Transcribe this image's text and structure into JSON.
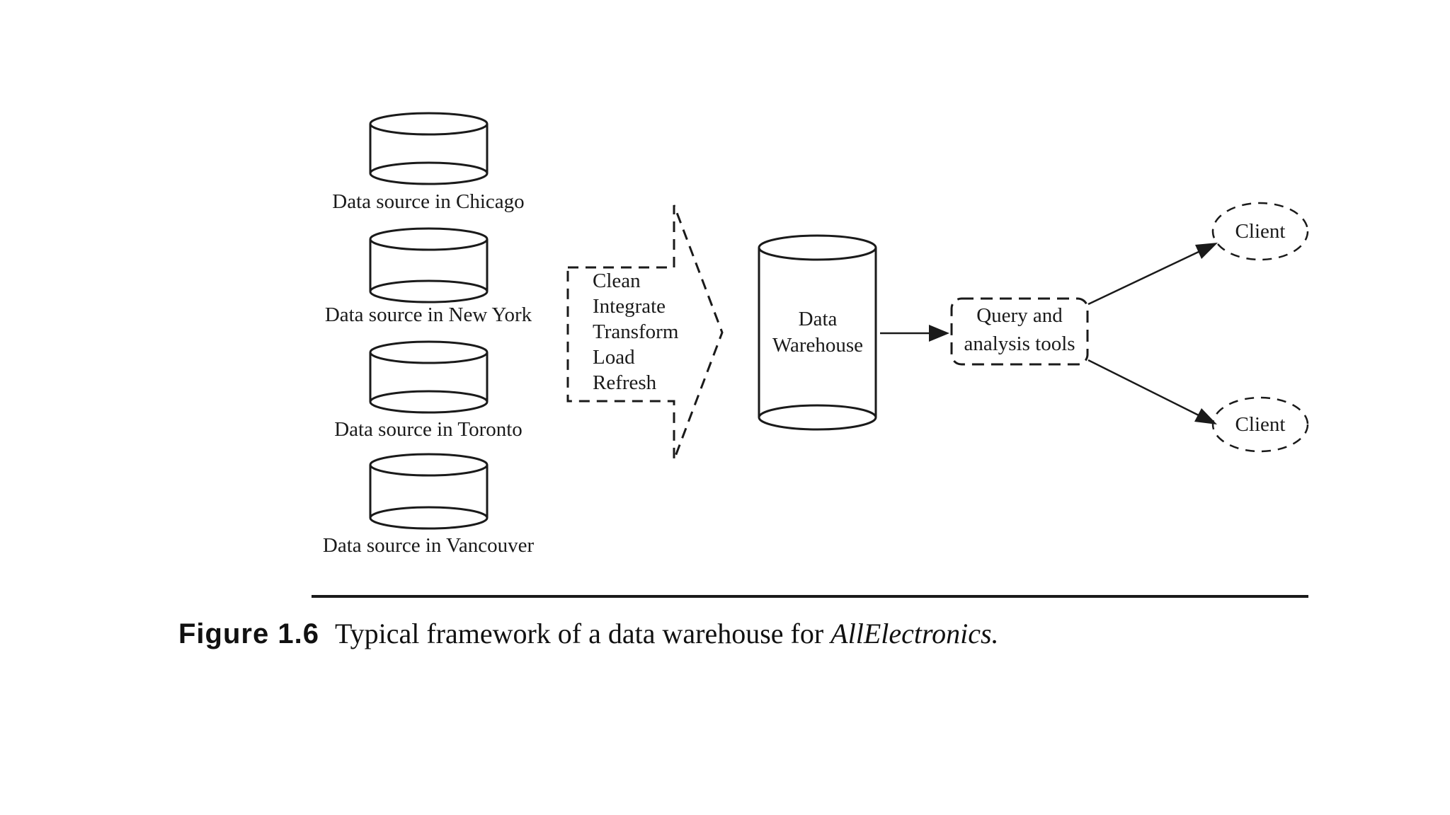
{
  "figure": {
    "sources": [
      {
        "label": "Data source in Chicago"
      },
      {
        "label": "Data source in New York"
      },
      {
        "label": "Data source in Toronto"
      },
      {
        "label": "Data source in Vancouver"
      }
    ],
    "etl": {
      "steps": [
        "Clean",
        "Integrate",
        "Transform",
        "Load",
        "Refresh"
      ]
    },
    "warehouse": {
      "line1": "Data",
      "line2": "Warehouse"
    },
    "tools": {
      "line1": "Query and",
      "line2": "analysis tools"
    },
    "clients": [
      {
        "label": "Client"
      },
      {
        "label": "Client"
      }
    ],
    "caption": {
      "label": "Figure 1.6",
      "text": "Typical framework of a data warehouse for",
      "emphasis": "AllElectronics."
    },
    "colors": {
      "ink": "#1a1a1a",
      "background": "#ffffff"
    }
  }
}
